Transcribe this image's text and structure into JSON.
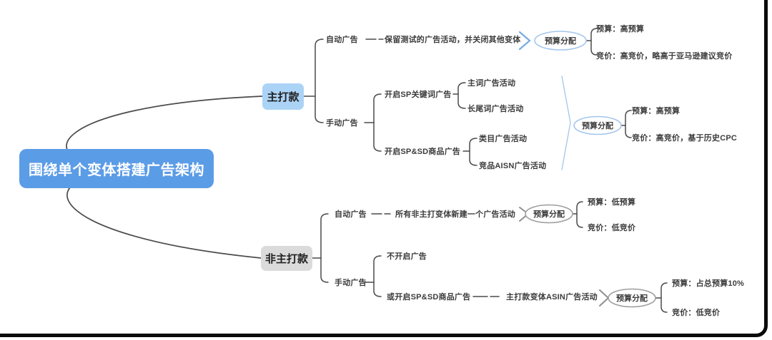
{
  "colors": {
    "root_fill": "#5b9ce6",
    "main_branch_fill": "#abd3f6",
    "secondary_branch_fill": "#dbdbdb",
    "blue_accent": "#a3c6ee",
    "gray_accent": "#9e9e9e",
    "line": "#4a4a4a"
  },
  "map": {
    "root": "围绕单个变体搭建广告架构",
    "main": {
      "label": "主打款",
      "auto": {
        "label": "自动广告",
        "action": "保留测试的广告活动，并关闭其他变体",
        "alloc": {
          "label": "预算分配",
          "budget": "预算：高预算",
          "bid": "竞价：高竞价，略高于亚马逊建议竞价"
        }
      },
      "manual": {
        "label": "手动广告",
        "sp_keyword": {
          "label": "开启SP关键词广告",
          "main_words": "主词广告活动",
          "longtail_words": "长尾词广告活动"
        },
        "sp_sd": {
          "label": "开启SP&SD商品广告",
          "category": "类目广告活动",
          "competitor": "竞品AISN广告活动"
        },
        "alloc": {
          "label": "预算分配",
          "budget": "预算：高预算",
          "bid": "竞价：高竞价，基于历史CPC"
        }
      }
    },
    "secondary": {
      "label": "非主打款",
      "auto": {
        "label": "自动广告",
        "action": "所有非主打变体新建一个广告活动",
        "alloc": {
          "label": "预算分配",
          "budget": "预算：低预算",
          "bid": "竞价：低竞价"
        }
      },
      "manual": {
        "label": "手动广告",
        "no_ads": "不开启广告",
        "or_sp_sd": "或开启SP&SD商品广告",
        "action": "主打款变体ASIN广告活动",
        "alloc": {
          "label": "预算分配",
          "budget": "预算：占总预算10%",
          "bid": "竞价：低竞价"
        }
      }
    }
  }
}
